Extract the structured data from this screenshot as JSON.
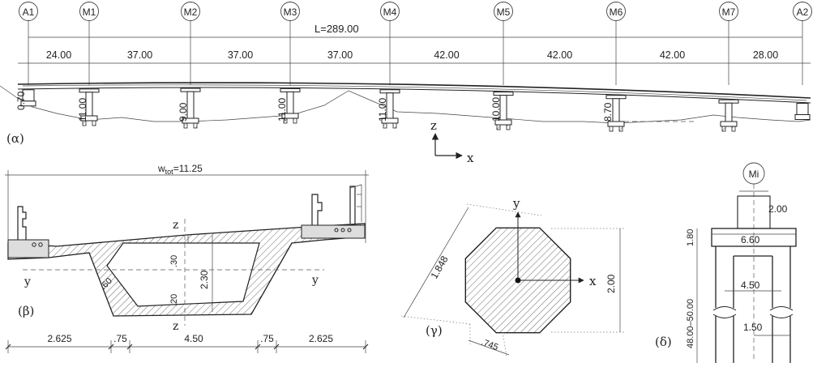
{
  "panel_labels": {
    "a": "(α)",
    "b": "(β)",
    "c": "(γ)",
    "d": "(δ)"
  },
  "elevation": {
    "supports": [
      "A1",
      "M1",
      "M2",
      "M3",
      "M4",
      "M5",
      "M6",
      "M7",
      "A2"
    ],
    "total_length": "L=289.00",
    "spans": [
      "24.00",
      "37.00",
      "37.00",
      "37.00",
      "42.00",
      "42.00",
      "42.00",
      "28.00"
    ],
    "pier_heights": [
      "0.70",
      "11.00",
      "9.00",
      "11.00",
      "11.00",
      "10.00",
      "8.70"
    ],
    "axis_z": "z",
    "axis_x": "x"
  },
  "section": {
    "w_tot": "w",
    "w_tot_sub": "tot",
    "w_tot_value": "=11.25",
    "axis_z_top": "z",
    "axis_z_bottom": "z",
    "axis_y_left": "y",
    "axis_y_right": "y",
    "top_slab": ".30",
    "depth": "2.30",
    "bottom_slab": ".20",
    "web": ".60",
    "bottom_dims": [
      "2.625",
      ".75",
      "4.50",
      ".75",
      "2.625"
    ]
  },
  "pier_section": {
    "axis_y": "y",
    "axis_x": "x",
    "diameter": "1.848",
    "height": "2.00",
    "side": ".745"
  },
  "pier_elevation": {
    "label": "Mi",
    "column_width": "2.00",
    "cap_height": "1.80",
    "cap_width": "6.60",
    "pier_spacing": "4.50",
    "pier_height": "48.00–50.00",
    "pier_diameter": "1.50"
  }
}
